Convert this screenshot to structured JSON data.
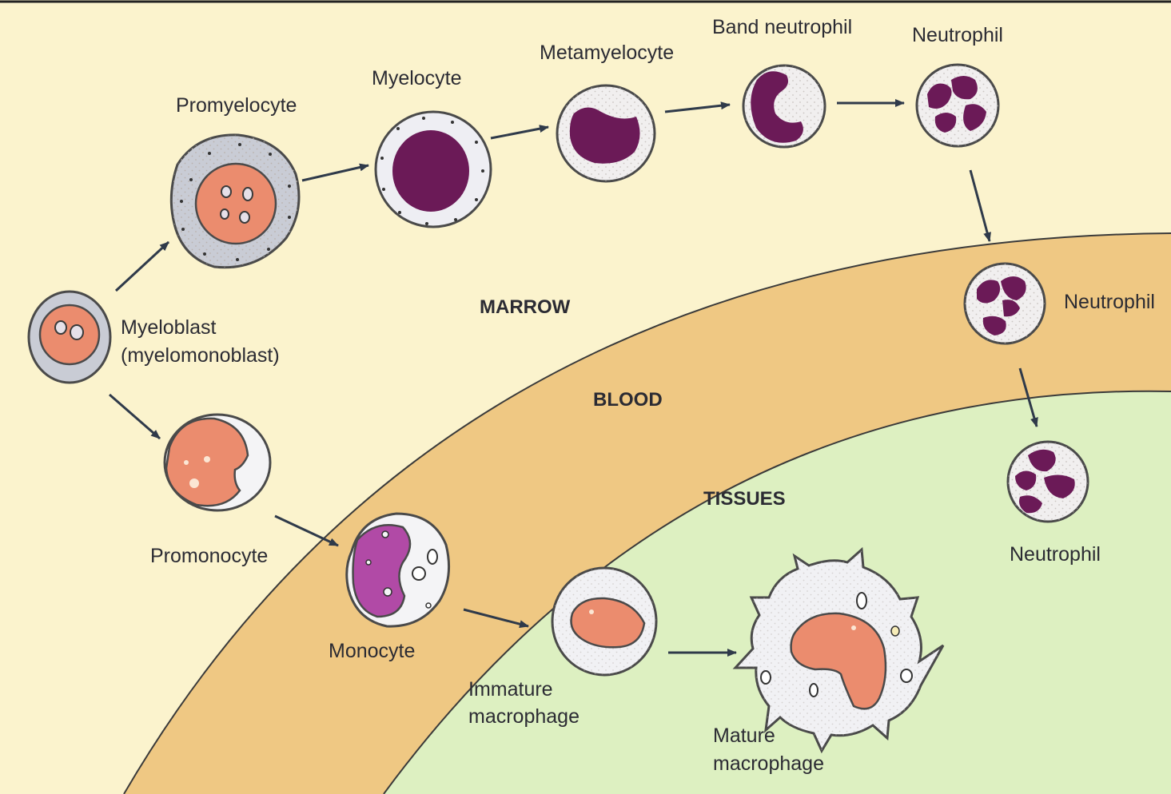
{
  "zones": {
    "marrow": "MARROW",
    "blood": "BLOOD",
    "tissues": "TISSUES"
  },
  "labels": {
    "myeloblast_line1": "Myeloblast",
    "myeloblast_line2": "(myelomonoblast)",
    "promyelocyte": "Promyelocyte",
    "myelocyte": "Myelocyte",
    "metamyelocyte": "Metamyelocyte",
    "band_neutrophil": "Band neutrophil",
    "neutrophil_marrow": "Neutrophil",
    "neutrophil_blood": "Neutrophil",
    "neutrophil_tissue": "Neutrophil",
    "promonocyte": "Promonocyte",
    "monocyte": "Monocyte",
    "immature_line1": "Immature",
    "immature_line2": "macrophage",
    "mature_line1": "Mature",
    "mature_line2": "macrophage"
  },
  "colors": {
    "marrow_bg": "#fbf3cd",
    "blood_band": "#efc883",
    "tissue_bg": "#ddf0c1",
    "nucleus_purple": "#6b1a57",
    "nucleus_salmon": "#eb8c6e",
    "monocyte_nucleus": "#b14aa6",
    "cytoplasm_grey": "#cdd0da"
  }
}
